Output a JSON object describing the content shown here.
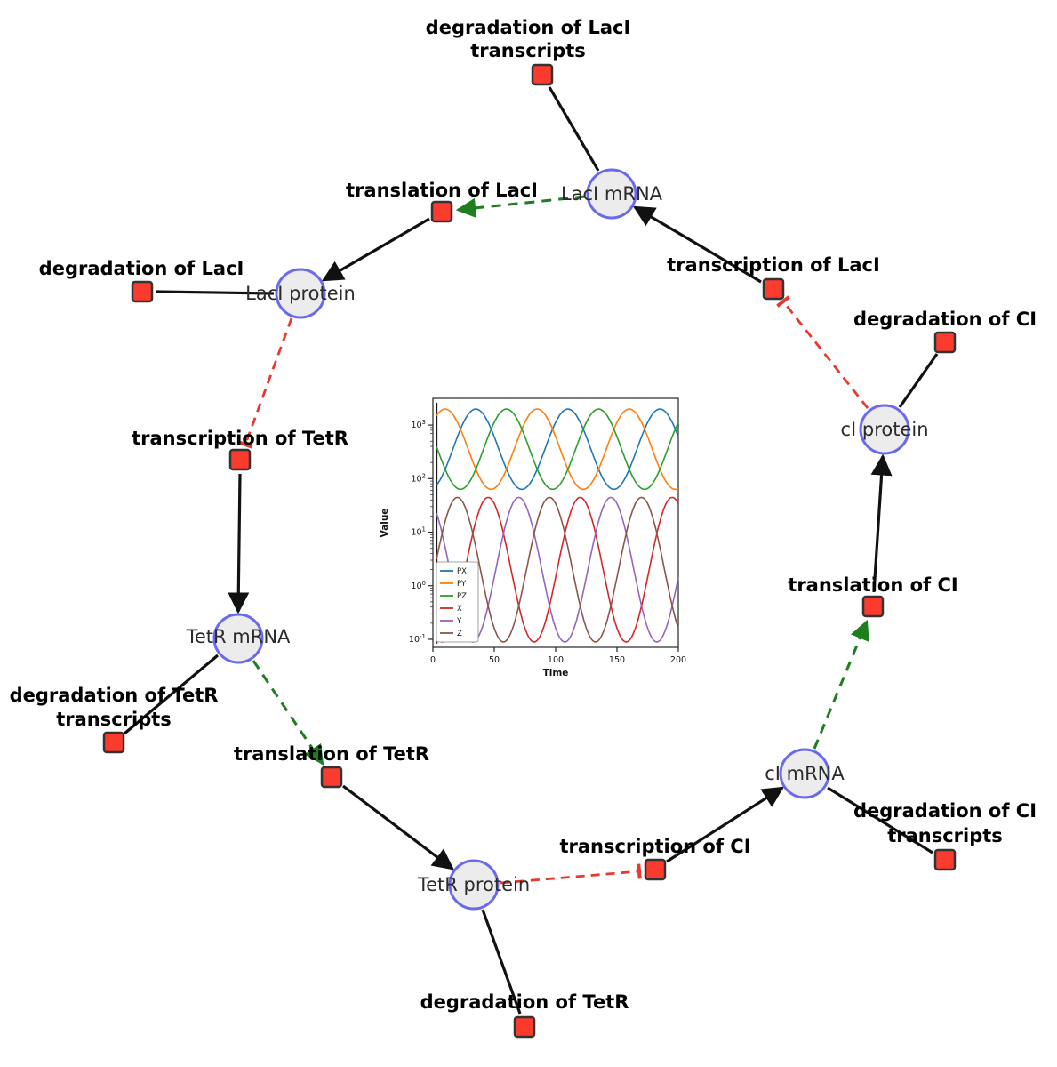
{
  "diagram": {
    "species": {
      "laci_mrna": {
        "label": "LacI mRNA"
      },
      "laci_protein": {
        "label": "LacI protein"
      },
      "tetr_mrna": {
        "label": "TetR mRNA"
      },
      "tetr_protein": {
        "label": "TetR protein"
      },
      "ci_mrna": {
        "label": "cI mRNA"
      },
      "ci_protein": {
        "label": "cI protein"
      }
    },
    "reactions": {
      "deg_laci_tx": {
        "label_line1": "degradation of LacI",
        "label_line2": "transcripts"
      },
      "transl_laci": {
        "label": "translation of LacI"
      },
      "transcr_laci": {
        "label": "transcription of LacI"
      },
      "deg_laci": {
        "label": "degradation of LacI"
      },
      "deg_ci": {
        "label": "degradation of CI"
      },
      "transcr_tetr": {
        "label": "transcription of TetR"
      },
      "transl_ci": {
        "label": "translation of CI"
      },
      "deg_tetr_tx": {
        "label_line1": "degradation of TetR",
        "label_line2": "transcripts"
      },
      "transl_tetr": {
        "label": "translation of TetR"
      },
      "transcr_ci": {
        "label": "transcription of CI"
      },
      "deg_ci_tx": {
        "label_line1": "degradation of CI",
        "label_line2": "transcripts"
      },
      "deg_tetr": {
        "label": "degradation of TetR"
      }
    },
    "colors": {
      "species_fill": "#ececec",
      "species_stroke": "#6a6aef",
      "reaction_fill": "#fb3b2e",
      "reaction_stroke": "#333333",
      "edge_black": "#111111",
      "edge_green": "#1e7d1e",
      "edge_red": "#e8392e"
    }
  },
  "chart_data": {
    "type": "line",
    "title": "",
    "xlabel": "Time",
    "ylabel": "Value",
    "xlim": [
      0,
      200
    ],
    "xticks": [
      0,
      50,
      100,
      150,
      200
    ],
    "yscale": "log",
    "ytick_exponents": [
      -1,
      0,
      1,
      2,
      3
    ],
    "ylim_log": [
      -1.15,
      3.5
    ],
    "grid": false,
    "legend_position": "lower left",
    "period": 75,
    "initial_transient_t": 3,
    "series": [
      {
        "name": "PX",
        "color": "#1f77b4",
        "log_center": 2.55,
        "log_amp": 0.75,
        "peak_t": 35,
        "approx_range": [
          63,
          2000
        ]
      },
      {
        "name": "PY",
        "color": "#ff7f0e",
        "log_center": 2.55,
        "log_amp": 0.75,
        "peak_t": 85,
        "approx_range": [
          63,
          2000
        ]
      },
      {
        "name": "PZ",
        "color": "#2ca02c",
        "log_center": 2.55,
        "log_amp": 0.75,
        "peak_t": 60,
        "approx_range": [
          63,
          2000
        ]
      },
      {
        "name": "X",
        "color": "#d62728",
        "log_center": 0.3,
        "log_amp": 1.35,
        "peak_t": 45,
        "approx_range": [
          0.09,
          45
        ]
      },
      {
        "name": "Y",
        "color": "#9467bd",
        "log_center": 0.3,
        "log_amp": 1.35,
        "peak_t": 70,
        "approx_range": [
          0.09,
          45
        ]
      },
      {
        "name": "Z",
        "color": "#8c564b",
        "log_center": 0.3,
        "log_amp": 1.35,
        "peak_t": 20,
        "approx_range": [
          0.09,
          45
        ]
      }
    ]
  }
}
